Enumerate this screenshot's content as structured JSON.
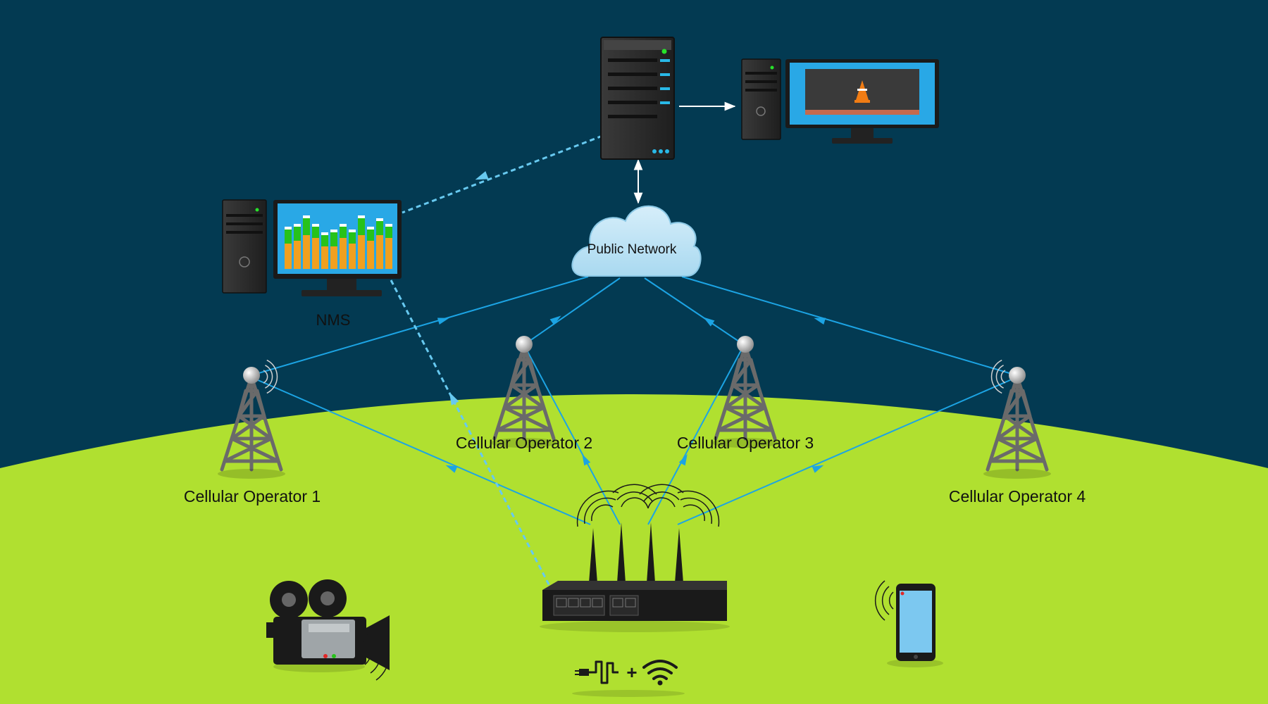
{
  "colors": {
    "background": "#033a52",
    "ground": "#b0e030",
    "link": "#1ca4e4",
    "dashed_link": "#67c9f0",
    "cloud": "#bfe4f5",
    "device": "#2b2b2b",
    "monitor_screen": "#29a8e6",
    "bar_orange": "#f0a020",
    "bar_green": "#27c21a"
  },
  "cloud": {
    "label": "Public Network"
  },
  "nms": {
    "label": "NMS",
    "chart_bars": [
      {
        "orange": 0.45,
        "green": 0.25
      },
      {
        "orange": 0.5,
        "green": 0.25
      },
      {
        "orange": 0.6,
        "green": 0.3
      },
      {
        "orange": 0.55,
        "green": 0.2
      },
      {
        "orange": 0.4,
        "green": 0.2
      },
      {
        "orange": 0.4,
        "green": 0.25
      },
      {
        "orange": 0.55,
        "green": 0.2
      },
      {
        "orange": 0.45,
        "green": 0.2
      },
      {
        "orange": 0.6,
        "green": 0.3
      },
      {
        "orange": 0.5,
        "green": 0.2
      },
      {
        "orange": 0.6,
        "green": 0.25
      },
      {
        "orange": 0.55,
        "green": 0.2
      }
    ]
  },
  "towers": [
    {
      "label": "Cellular Operator 1"
    },
    {
      "label": "Cellular Operator 2"
    },
    {
      "label": "Cellular Operator 3"
    },
    {
      "label": "Cellular Operator 4"
    }
  ],
  "icons": {
    "server": "server-tower-icon",
    "video_pc": "desktop-video-player-icon",
    "nms_pc": "desktop-monitoring-icon",
    "router": "cellular-router-icon",
    "camera": "video-camera-icon",
    "phone": "smartphone-icon",
    "power_plus_wifi": "power-plug-plus-wifi-icon"
  },
  "router_caption": {
    "plus": "+"
  }
}
